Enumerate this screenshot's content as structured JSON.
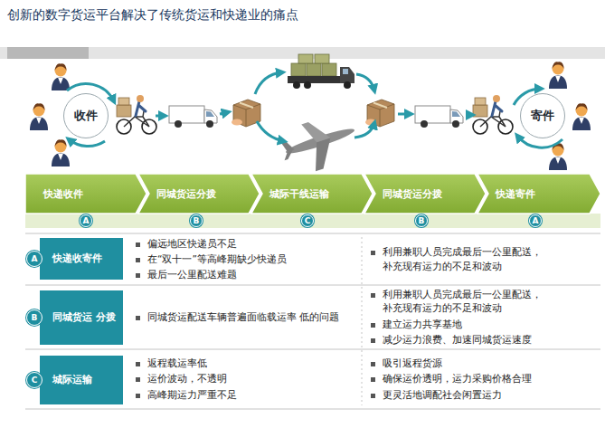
{
  "diagram": {
    "title": "创新的数字货运平台解决了传统货运和快递业的痛点",
    "nodes": [
      {
        "text": [
          "收件"
        ]
      },
      {
        "text": [
          "寄件"
        ]
      },
      {
        "text": [
          "快递收件"
        ]
      },
      {
        "text": [
          "同城货运分拨"
        ]
      },
      {
        "text": [
          "城际干线运输"
        ]
      },
      {
        "text": [
          "同城货运分拨"
        ]
      },
      {
        "text": [
          "快递寄件"
        ]
      },
      {
        "text": [
          "A"
        ]
      },
      {
        "text": [
          "B"
        ]
      },
      {
        "text": [
          "C"
        ]
      },
      {
        "text": [
          "B"
        ]
      },
      {
        "text": [
          "A"
        ]
      },
      {
        "text": [
          "快递收寄件"
        ]
      },
      {
        "text": [
          "A"
        ],
        "in": 12
      },
      {
        "text": [
          "同城货运 分拨"
        ]
      },
      {
        "text": [
          "B"
        ],
        "in": 14
      },
      {
        "text": [
          "城际运输"
        ]
      },
      {
        "text": [
          "C"
        ],
        "in": 16
      }
    ],
    "labels": [
      "偏远地区快递员不足",
      "在“双十一”等高峰期缺少快递员",
      "最后一公里配送难题",
      "利用兼职人员完成最后一公里配送， 补充现有运力的不足和波动",
      "同城货运配送车辆普遍面临载运率 低的问题",
      "利用兼职人员完成最后一公里配送， 补充现有运力的不足和波动",
      "建立运力共享基地",
      "减少运力浪费、加速同城货运速度",
      "返程载运率低",
      "运价波动，不透明",
      "高峰期运力严重不足",
      "吸引返程货源",
      "确保运价透明，运力采购价格合理",
      "更灵活地调配社会闲置运力"
    ]
  }
}
